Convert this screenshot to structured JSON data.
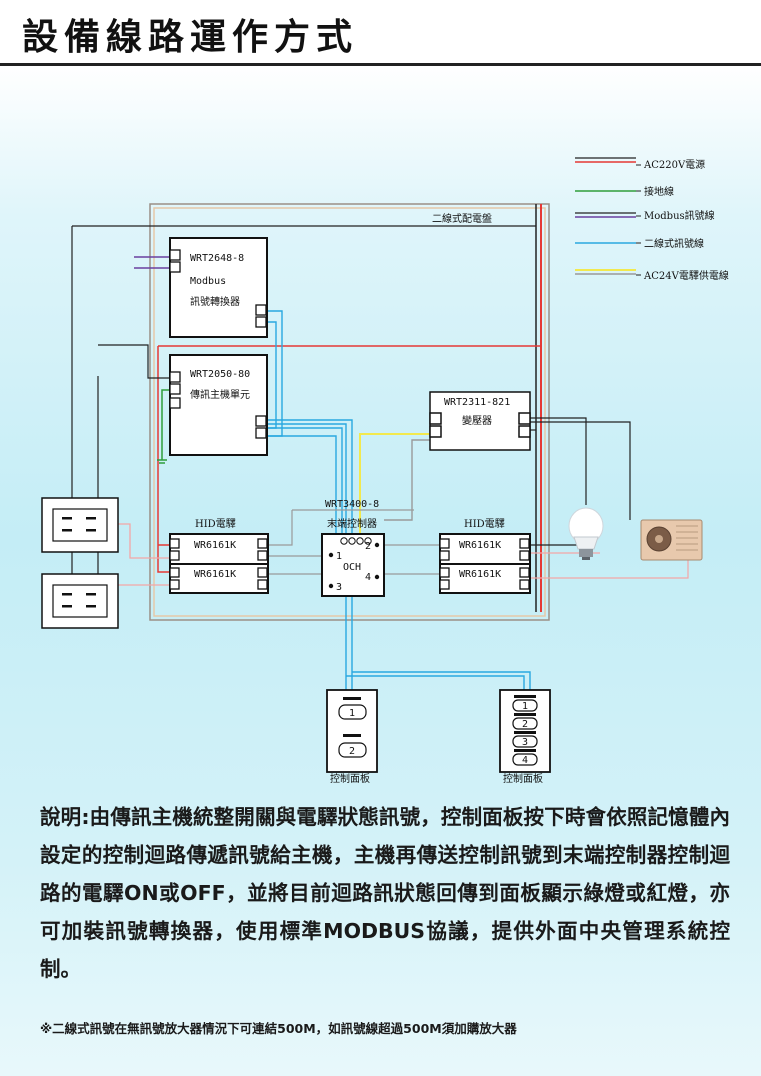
{
  "title": "設備線路運作方式",
  "legend": [
    {
      "label": "AC220V電源",
      "colors": [
        "#222222",
        "#e53935"
      ]
    },
    {
      "label": "接地線",
      "colors": [
        "#2e9e3a"
      ]
    },
    {
      "label": "Modbus訊號線",
      "colors": [
        "#222222",
        "#6a3fa0"
      ]
    },
    {
      "label": "二線式訊號線",
      "colors": [
        "#29a8e0"
      ]
    },
    {
      "label": "AC24V電驛供電線",
      "colors": [
        "#f2e94e",
        "#9a9a9a"
      ]
    }
  ],
  "panel_label": "二線式配電盤",
  "modules": {
    "converter": {
      "line1": "WRT2648-8",
      "line2": "Modbus",
      "line3": "訊號轉換器"
    },
    "host": {
      "line1": "WRT2050-80",
      "line2": "傳訊主機單元"
    },
    "transformer": {
      "line1": "WRT2311-821",
      "line2": "變壓器"
    },
    "terminal": {
      "line1": "WRT3400-8",
      "line2": "末端控制器",
      "och": "OCH",
      "ch": [
        "1",
        "2",
        "3",
        "4"
      ]
    },
    "relay_left": {
      "title": "HID電驛",
      "unit1": "WR6161K",
      "unit2": "WR6161K"
    },
    "relay_right": {
      "title": "HID電驛",
      "unit1": "WR6161K",
      "unit2": "WR6161K"
    }
  },
  "control_panels": [
    {
      "label": "控制面板",
      "buttons": [
        "1",
        "2"
      ]
    },
    {
      "label": "控制面板",
      "buttons": [
        "1",
        "2",
        "3",
        "4"
      ]
    }
  ],
  "icons": [
    "wall-outlet-icon",
    "wall-outlet-icon",
    "light-bulb-icon",
    "air-conditioner-icon"
  ],
  "description": "說明:由傳訊主機統整開關與電驛狀態訊號，控制面板按下時會依照記憶體內設定的控制迴路傳遞訊號給主機，主機再傳送控制訊號到末端控制器控制迴路的電驛ON或OFF，並將目前迴路訊狀態回傳到面板顯示綠燈或紅燈，亦可加裝訊號轉換器，使用標準MODBUS協議，提供外面中央管理系統控制。",
  "footnote": "※二線式訊號在無訊號放大器情況下可連結500M，如訊號線超過500M須加購放大器"
}
